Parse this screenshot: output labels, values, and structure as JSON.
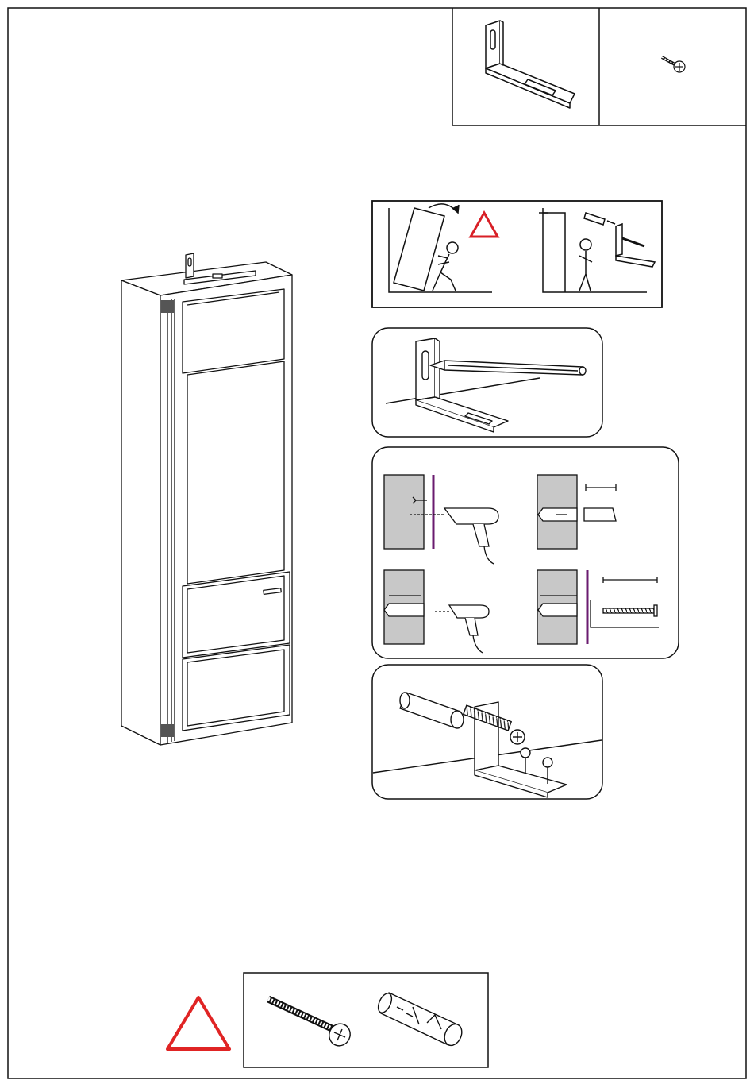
{
  "page": {
    "type": "furniture-assembly-instructions",
    "text": []
  },
  "hardware_parts": [
    {
      "part": "angle-bracket",
      "icon": "angle-bracket-icon"
    },
    {
      "part": "wood-screw",
      "icon": "wood-screw-icon"
    }
  ],
  "steps": [
    {
      "step": "tip-over-warning",
      "icon": "falling-cabinet-warning-icon"
    },
    {
      "step": "mark-hole",
      "icon": "pencil-marking-icon"
    },
    {
      "step": "drill-and-plug",
      "icon": "drill-and-dowel-icon"
    },
    {
      "step": "fix-to-wall",
      "icon": "bracket-fixed-icon"
    }
  ],
  "warning_box": {
    "icon": "warning-triangle-icon",
    "items": [
      "wall-screw-icon",
      "wall-plug-icon"
    ]
  },
  "colors": {
    "line": "#111111",
    "wall_fill": "#c8c8c8",
    "wall_plate": "#6a1b6f",
    "warning_red": "#e02424"
  }
}
